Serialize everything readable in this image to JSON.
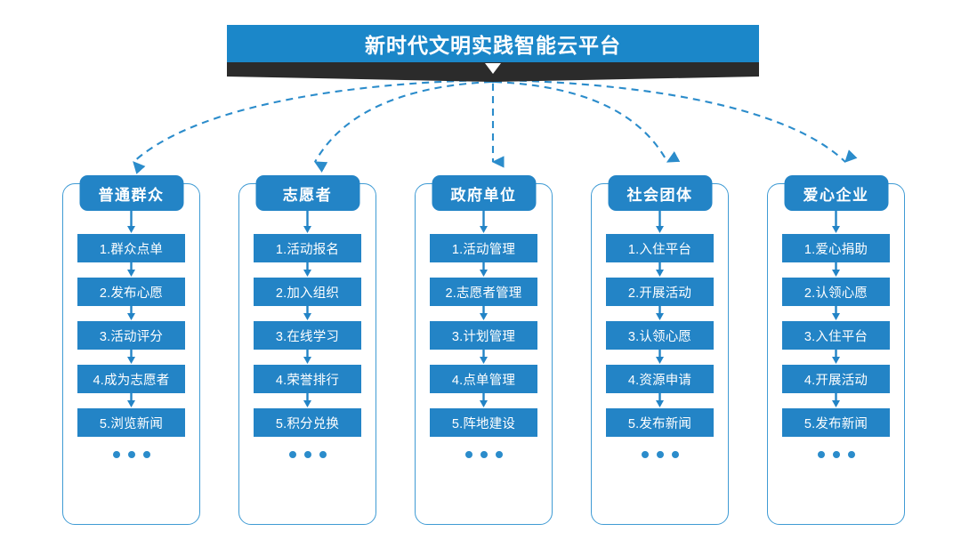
{
  "banner": {
    "title": "新时代文明实践智能云平台",
    "color": "#1b87c9",
    "ribbon_color": "#2b2b2b"
  },
  "theme": {
    "header_blue": "#2384c6",
    "step_blue": "#2384c6",
    "outline_blue": "#3f9bd4",
    "dash_blue": "#2b8ccb",
    "dot_blue": "#2b8ccb",
    "text_white": "#ffffff",
    "background": "#ffffff"
  },
  "ellipsis": "• • •",
  "columns": [
    {
      "header": "普通群众",
      "steps": [
        "1.群众点单",
        "2.发布心愿",
        "3.活动评分",
        "4.成为志愿者",
        "5.浏览新闻"
      ]
    },
    {
      "header": "志愿者",
      "steps": [
        "1.活动报名",
        "2.加入组织",
        "3.在线学习",
        "4.荣誉排行",
        "5.积分兑换"
      ]
    },
    {
      "header": "政府单位",
      "steps": [
        "1.活动管理",
        "2.志愿者管理",
        "3.计划管理",
        "4.点单管理",
        "5.阵地建设"
      ]
    },
    {
      "header": "社会团体",
      "steps": [
        "1.入住平台",
        "2.开展活动",
        "3.认领心愿",
        "4.资源申请",
        "5.发布新闻"
      ]
    },
    {
      "header": "爱心企业",
      "steps": [
        "1.爱心捐助",
        "2.认领心愿",
        "3.入住平台",
        "4.开展活动",
        "5.发布新闻"
      ]
    }
  ]
}
